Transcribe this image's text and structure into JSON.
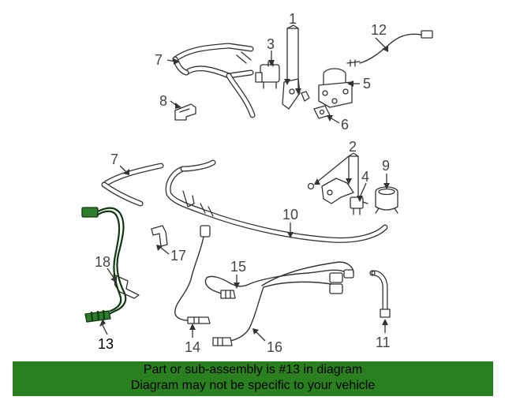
{
  "callouts": {
    "c1": "1",
    "c2": "2",
    "c3": "3",
    "c4": "4",
    "c5": "5",
    "c6": "6",
    "c7a": "7",
    "c7b": "7",
    "c8": "8",
    "c9": "9",
    "c10": "10",
    "c11": "11",
    "c12": "12",
    "c13": "13",
    "c14": "14",
    "c15": "15",
    "c16": "16",
    "c17": "17",
    "c18": "18"
  },
  "highlight_color": "#2a7f1f",
  "banner": {
    "line1": "Part or sub-assembly is #13 in diagram",
    "line2": "Diagram may not be specific to your vehicle"
  }
}
